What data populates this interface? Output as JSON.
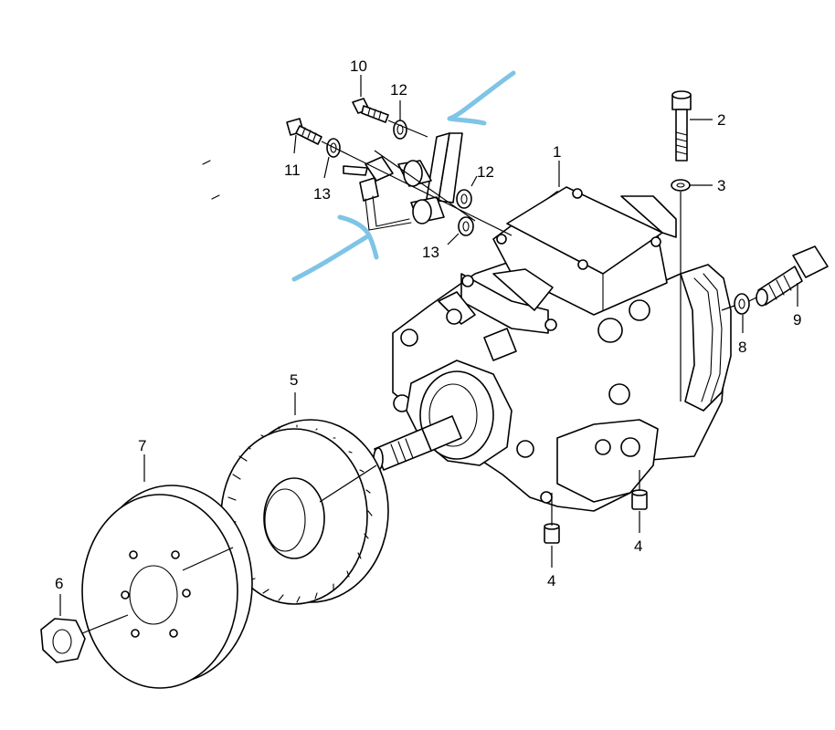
{
  "diagram": {
    "callouts": [
      {
        "id": "1",
        "label": "1"
      },
      {
        "id": "2",
        "label": "2"
      },
      {
        "id": "3",
        "label": "3"
      },
      {
        "id": "4a",
        "label": "4"
      },
      {
        "id": "4b",
        "label": "4"
      },
      {
        "id": "5",
        "label": "5"
      },
      {
        "id": "6",
        "label": "6"
      },
      {
        "id": "7",
        "label": "7"
      },
      {
        "id": "8",
        "label": "8"
      },
      {
        "id": "9",
        "label": "9"
      },
      {
        "id": "10",
        "label": "10"
      },
      {
        "id": "11",
        "label": "11"
      },
      {
        "id": "12a",
        "label": "12"
      },
      {
        "id": "12b",
        "label": "12"
      },
      {
        "id": "13a",
        "label": "13"
      },
      {
        "id": "13b",
        "label": "13"
      }
    ],
    "annotation_color": "#7fc4e6"
  }
}
